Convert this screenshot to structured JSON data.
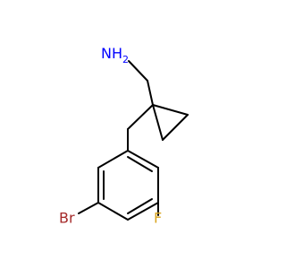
{
  "molecule": {
    "atoms": {
      "amine": {
        "label": "NH",
        "subscript": "2",
        "color": "#0000ff"
      },
      "bromine": {
        "label": "Br",
        "color": "#a52a2a"
      },
      "fluorine": {
        "label": "F",
        "color": "#daa520"
      }
    }
  }
}
